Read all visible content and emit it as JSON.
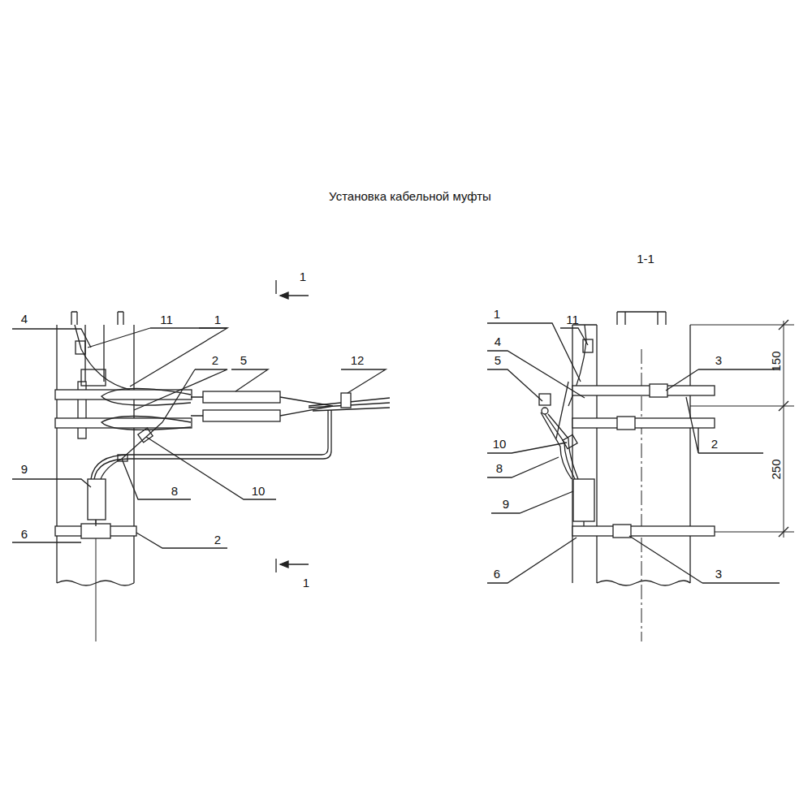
{
  "diagram": {
    "title": "Установка кабельной муфты",
    "labels": [
      "4",
      "11",
      "1",
      "2",
      "5",
      "12",
      "9",
      "8",
      "10",
      "6",
      "2",
      "1",
      "1",
      "1-1",
      "1",
      "11",
      "4",
      "5",
      "3",
      "10",
      "8",
      "2",
      "9",
      "6",
      "3",
      "150",
      "250"
    ]
  }
}
